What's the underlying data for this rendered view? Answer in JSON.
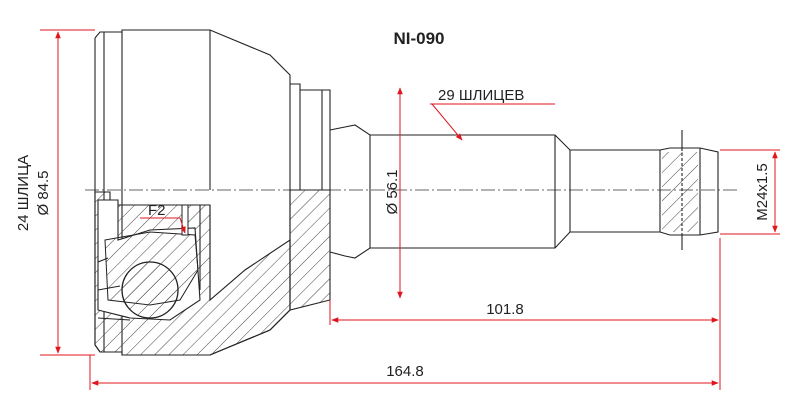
{
  "title": "NI-090",
  "labels": {
    "splines_shaft": "29 ШЛИЦЕВ",
    "splines_hub": "24 ШЛИЦА",
    "outer_diameter": "Ø 84.5",
    "shaft_diameter": "Ø 56.1",
    "thread": "M24x1.5",
    "f2": "F2",
    "length_shaft": "101.8",
    "length_total": "164.8"
  },
  "colors": {
    "dimension": "#e0161f",
    "outline": "#222222",
    "hatch": "#444444"
  }
}
